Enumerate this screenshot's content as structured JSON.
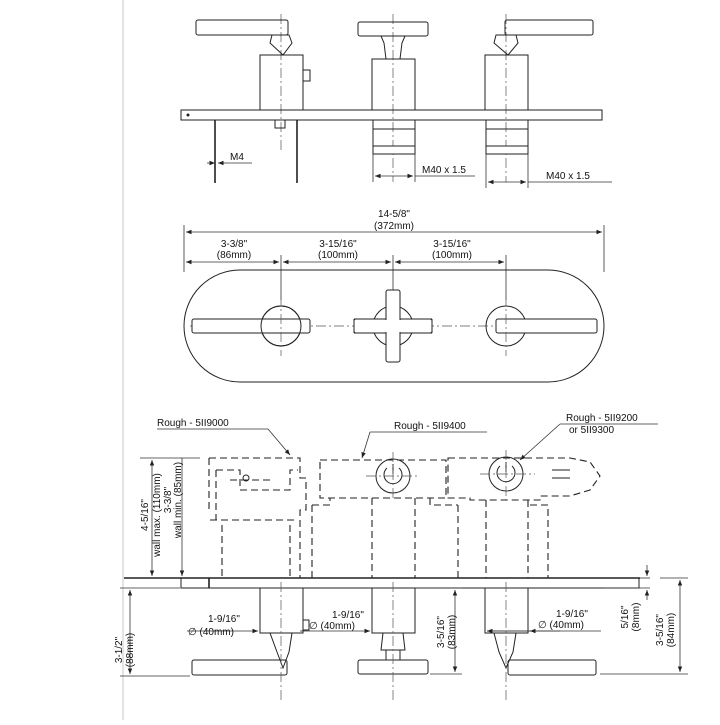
{
  "labels": {
    "side_m4": "M4",
    "side_m40_mid": "M40 x 1.5",
    "side_m40_right": "M40 x 1.5",
    "front_overall_in": "14-5/8\"",
    "front_overall_mm": "(372mm)",
    "front_left_in": "3-3/8\"",
    "front_left_mm": "(86mm)",
    "front_mid_in": "3-15/16\"",
    "front_mid_mm": "(100mm)",
    "front_right_in": "3-15/16\"",
    "front_right_mm": "(100mm)",
    "rough_left": "Rough - 5II9000",
    "rough_mid": "Rough - 5II9400",
    "rough_right_1": "Rough - 5II9200",
    "rough_right_2": "or 5II9300",
    "wall_max_in": "4-5/16\"",
    "wall_max_mm": "wall max. (110mm)",
    "wall_min_in": "3-3/8\"",
    "wall_min_mm": "wall min. (85mm)",
    "bottom_left_in": "3-1/2\"",
    "bottom_left_mm": "(88mm)",
    "dia1_in": "1-9/16\"",
    "dia1_mm": "∅ (40mm)",
    "dia2_in": "1-9/16\"",
    "dia2_mm": "∅ (40mm)",
    "h83_in": "3-5/16\"",
    "h83_mm": "(83mm)",
    "dia3_in": "1-9/16\"",
    "dia3_mm": "∅ (40mm)",
    "h8_in": "5/16\"",
    "h8_mm": "(8mm)",
    "h84_in": "3-5/16\"",
    "h84_mm": "(84mm)"
  }
}
